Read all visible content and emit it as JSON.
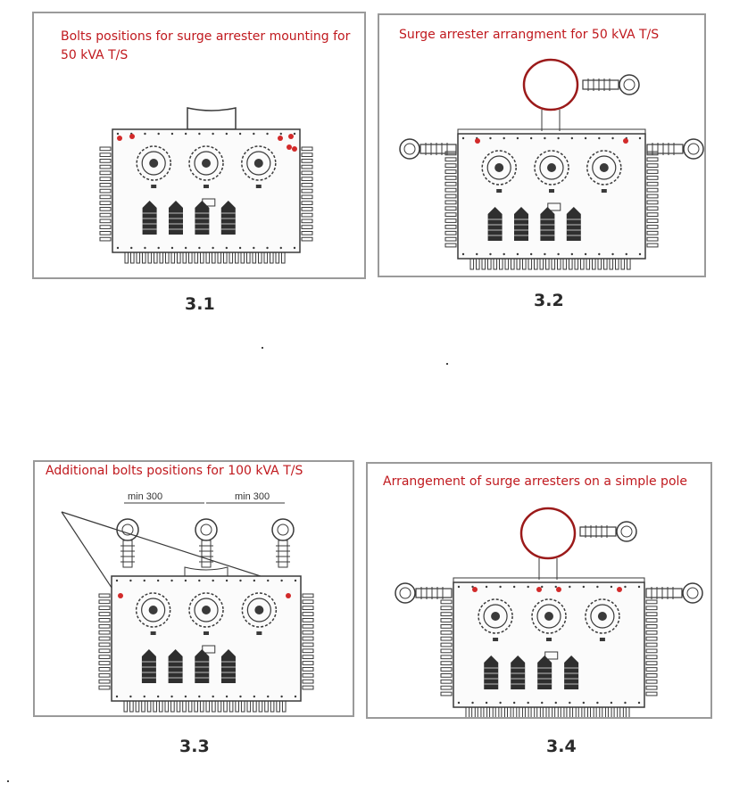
{
  "colors": {
    "title_red": "#c0191e",
    "bolt_red": "#d22a2a",
    "line_dark": "#3a3a3a",
    "panel_border": "#9a9a9a"
  },
  "figures": [
    {
      "id": "3.1",
      "title": "Bolts positions for surge arrester mounting for 50 kVA  T/S",
      "label": "3.1"
    },
    {
      "id": "3.2",
      "title": "Surge arrester arrangment for 50 kVA T/S",
      "label": "3.2"
    },
    {
      "id": "3.3",
      "title": "Additional bolts positions for 100 kVA T/S",
      "label": "3.3",
      "dimensions": [
        "min 300",
        "min 300"
      ]
    },
    {
      "id": "3.4",
      "title": "Arrangement of surge arresters on a simple pole",
      "label": "3.4"
    }
  ]
}
